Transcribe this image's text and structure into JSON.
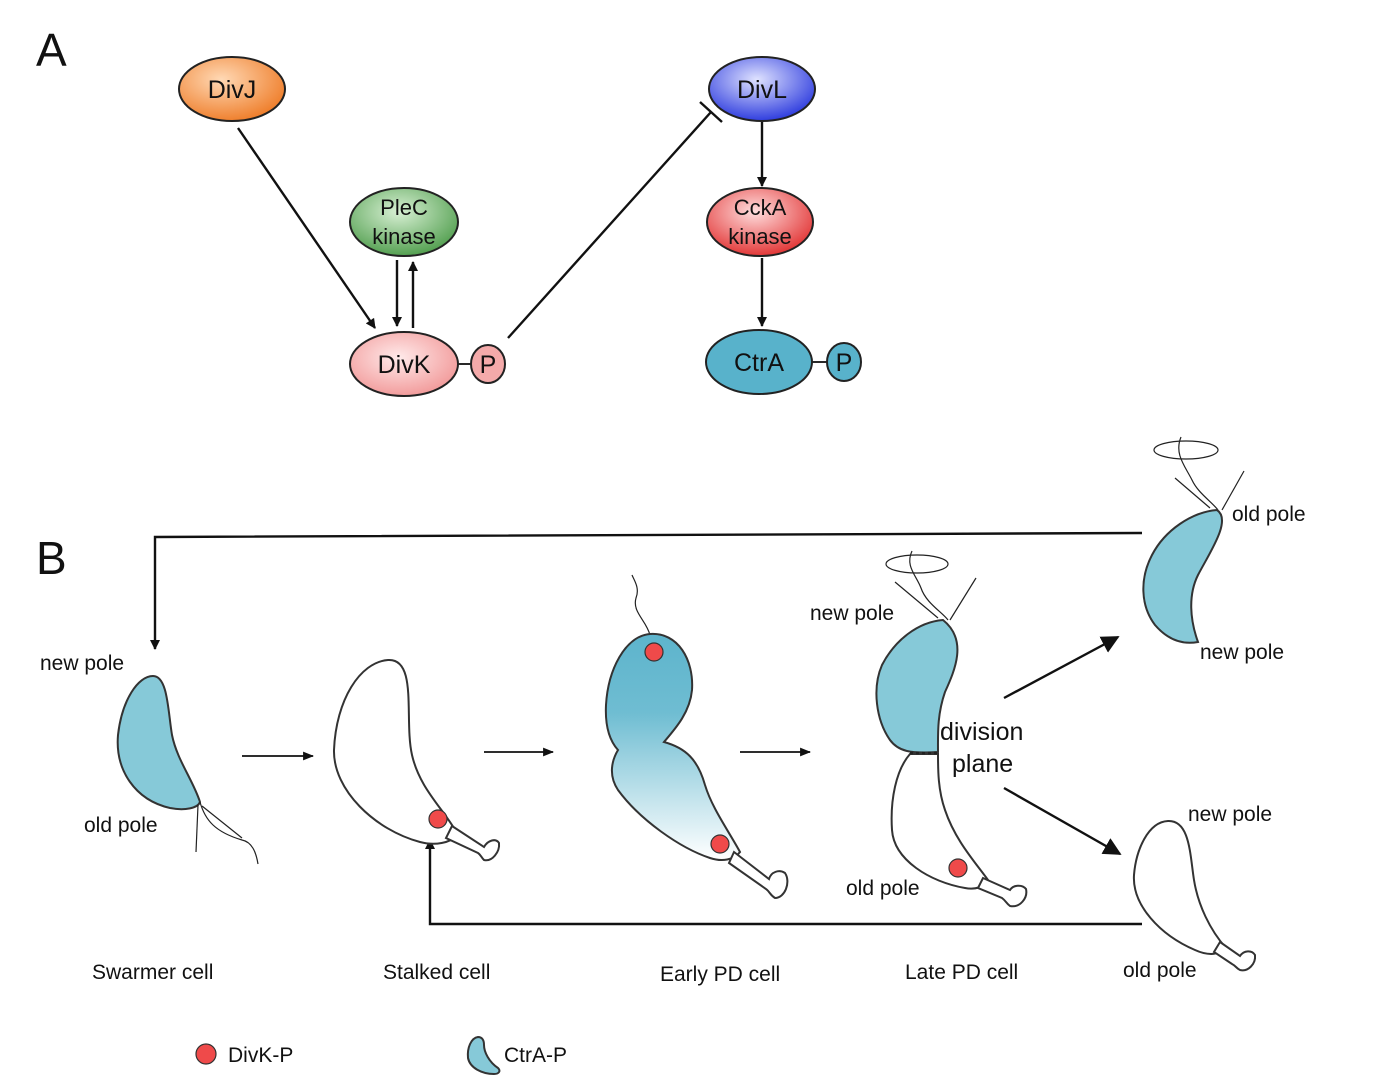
{
  "panels": {
    "a": "A",
    "b": "B"
  },
  "nodes": {
    "divj": "DivJ",
    "plec_line1": "PleC",
    "plec_line2": "kinase",
    "divk": "DivK",
    "divk_p": "P",
    "divl": "DivL",
    "ccka_line1": "CckA",
    "ccka_line2": "kinase",
    "ctra": "CtrA",
    "ctra_p": "P"
  },
  "colors": {
    "divj": "#f07f2c",
    "plec": "#4e9d4c",
    "divk": "#f3a3a3",
    "divl": "#2d3be0",
    "ccka": "#e33a3a",
    "ctra": "#58b2cb",
    "ctra_p_cell": "#86c9d8",
    "divk_p_dot": "#ef4a4a"
  },
  "pole_labels": {
    "swarmer_new": "new pole",
    "swarmer_old": "old pole",
    "late_new": "new pole",
    "late_old": "old pole",
    "top_old": "old pole",
    "top_new": "new pole",
    "bottom_new": "new pole",
    "bottom_old": "old pole"
  },
  "division": {
    "line1": "division",
    "line2": "plane"
  },
  "stages": [
    "Swarmer cell",
    "Stalked cell",
    "Early PD cell",
    "Late PD cell"
  ],
  "legend": {
    "divk_p": "DivK-P",
    "ctra_p": "CtrA-P"
  }
}
